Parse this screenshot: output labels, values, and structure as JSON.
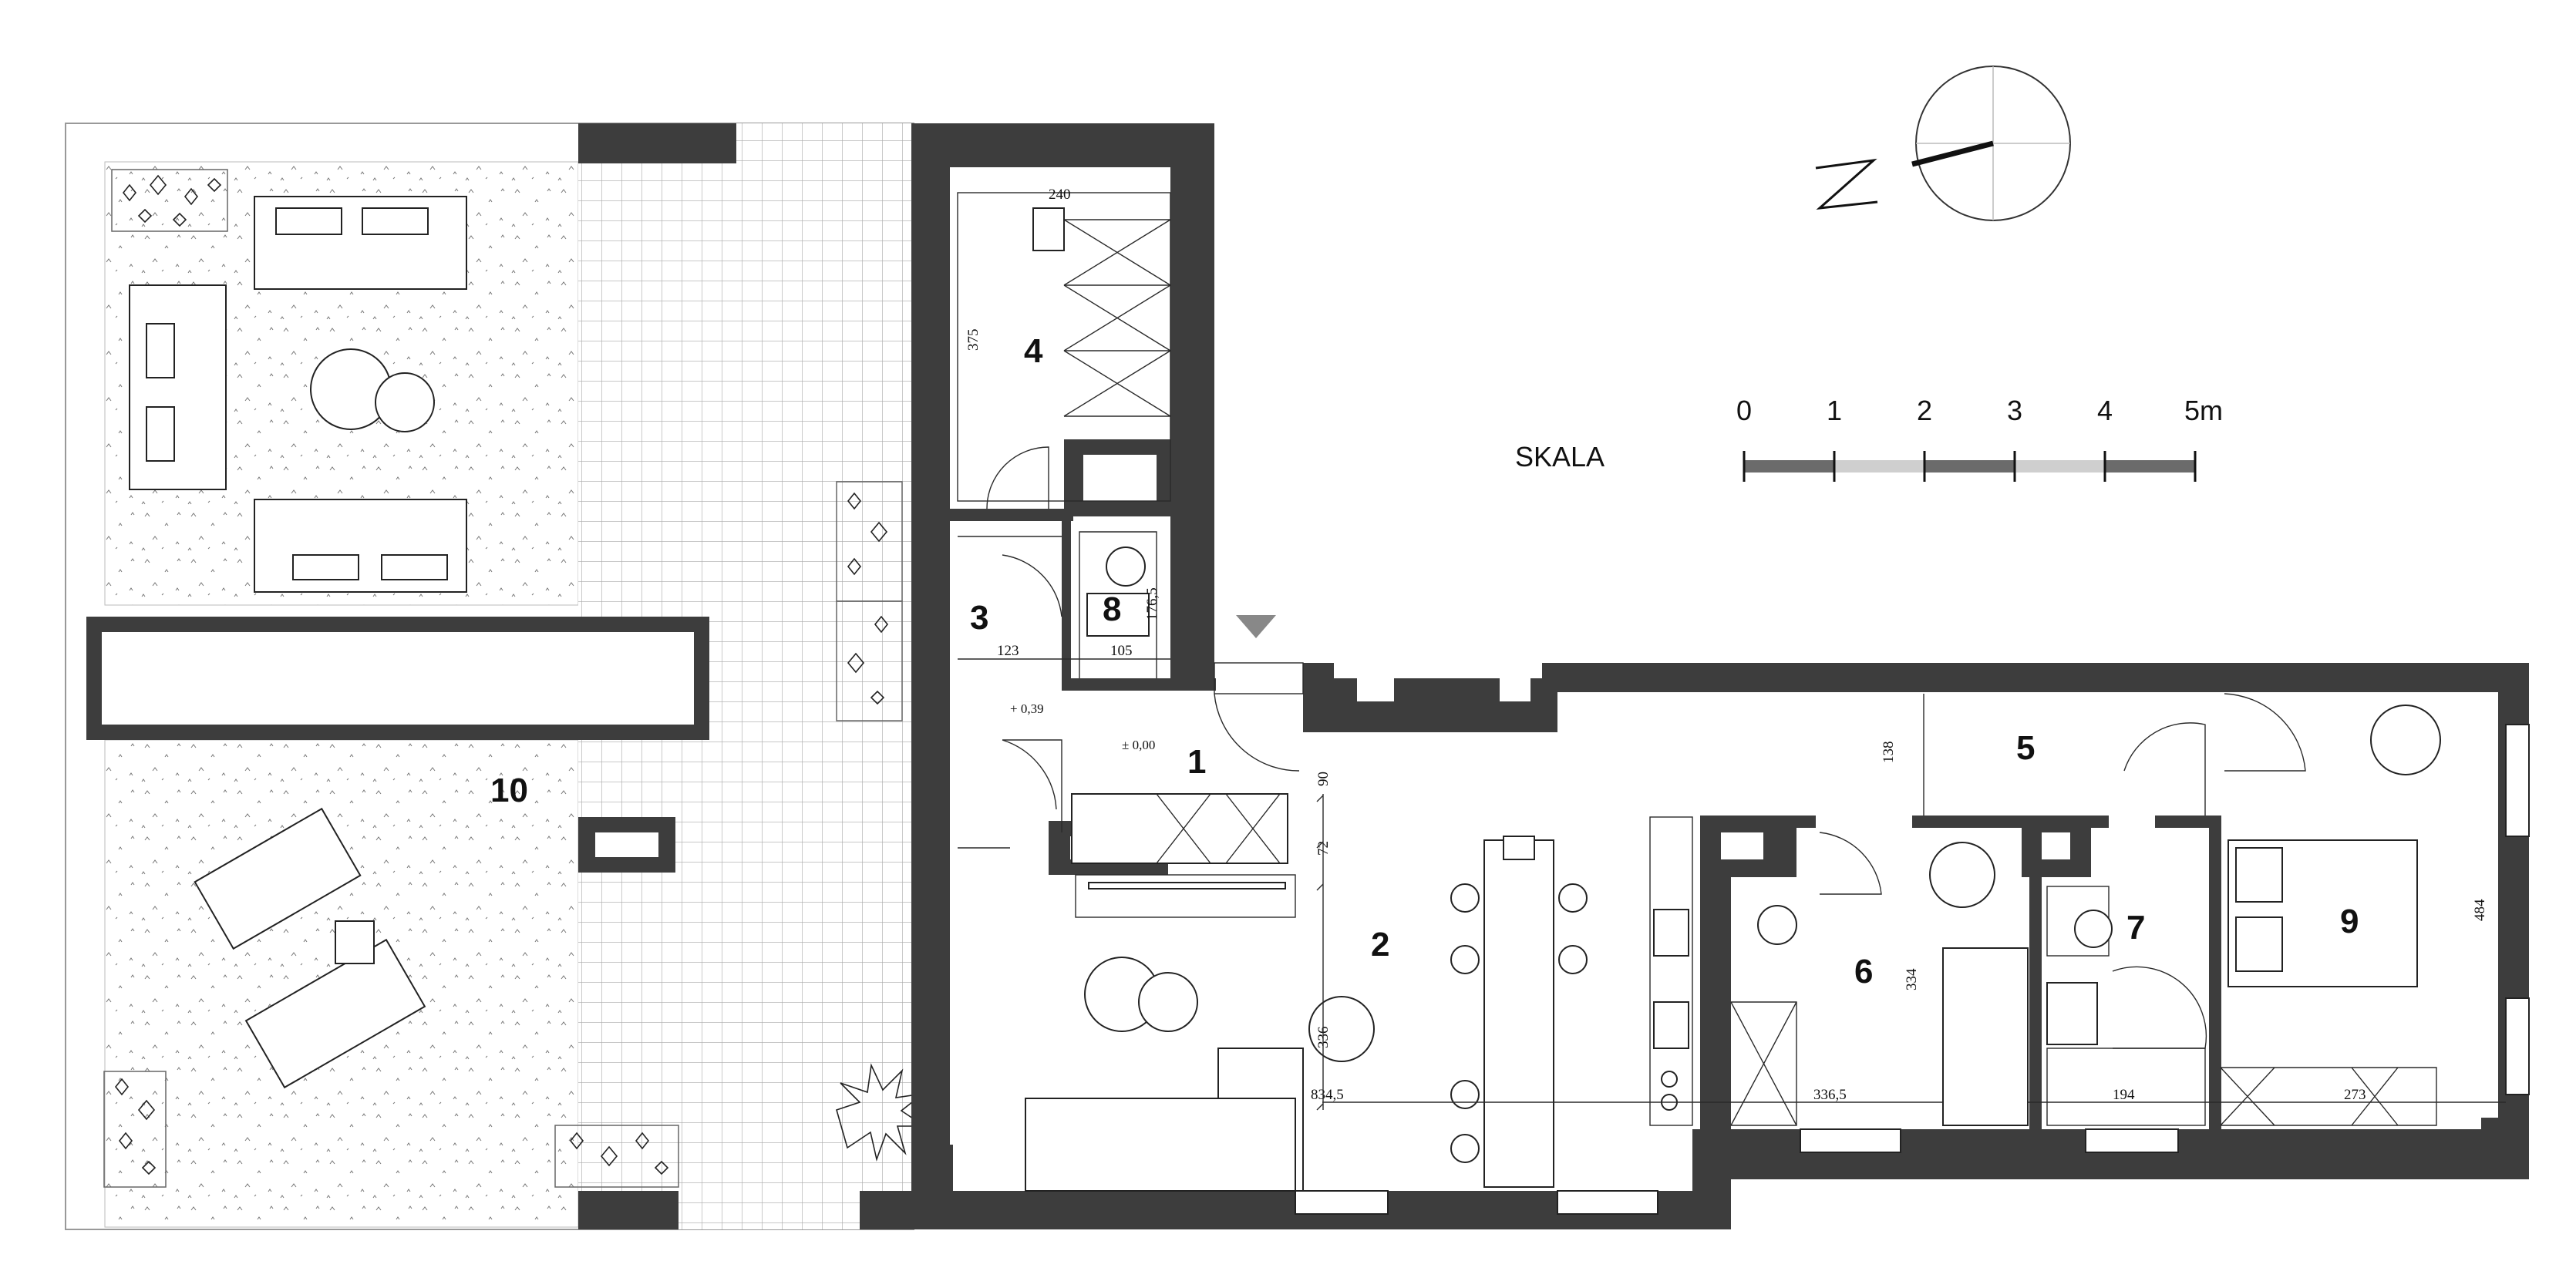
{
  "rooms": {
    "r1": "1",
    "r2": "2",
    "r3": "3",
    "r4": "4",
    "r5": "5",
    "r6": "6",
    "r7": "7",
    "r8": "8",
    "r9": "9",
    "r10": "10"
  },
  "dimensions": {
    "d240": "240",
    "d375": "375",
    "d176": "176,5",
    "d123": "123",
    "d105": "105",
    "d138": "138",
    "d90": "90",
    "d72": "72",
    "d336": "336",
    "d834": "834,5",
    "d3365": "336,5",
    "d334": "334",
    "d194": "194",
    "d273": "273",
    "d484": "484"
  },
  "levels": {
    "lvl_039": "+ 0,39",
    "lvl_000": "± 0,00"
  },
  "scale": {
    "title": "SKALA",
    "ticks": [
      "0",
      "1",
      "2",
      "3",
      "4",
      "5m"
    ]
  },
  "north": {
    "label": "N"
  },
  "colors": {
    "wall": "#3d3d3d",
    "scale_dark": "#6b6b6b",
    "scale_light": "#cfcfcf"
  }
}
